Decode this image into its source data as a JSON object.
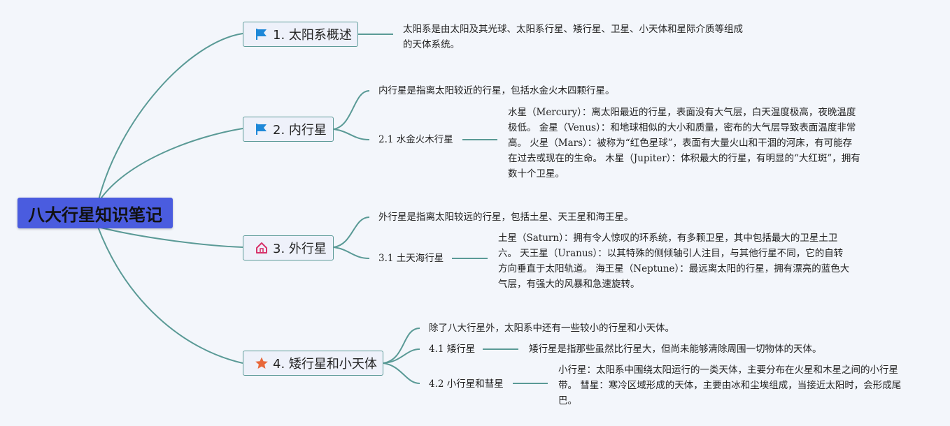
{
  "root": {
    "title": "八大行星知识笔记"
  },
  "topics": [
    {
      "label": "1. 太阳系概述",
      "icon": "blue-flag-icon",
      "note": "太阳系是由太阳及其光球、太阳系行星、矮行星、卫星、小天体和星际介质等组成的天体系统。"
    },
    {
      "label": "2. 内行星",
      "icon": "blue-flag-icon",
      "note": "内行星是指离太阳较近的行星，包括水金火木四颗行星。",
      "sub_label": "2.1 水金火木行星",
      "sub_note": "水星（Mercury）：离太阳最近的行星，表面没有大气层，白天温度极高，夜晚温度极低。 金星（Venus）：和地球相似的大小和质量，密布的大气层导致表面温度非常高。 火星（Mars）：被称为“红色星球”，表面有大量火山和干涸的河床，有可能存在过去或现在的生命。 木星（Jupiter）：体积最大的行星，有明显的“大红斑”，拥有数十个卫星。"
    },
    {
      "label": "3. 外行星",
      "icon": "home-icon",
      "note": "外行星是指离太阳较远的行星，包括土星、天王星和海王星。",
      "sub_label": "3.1 土天海行星",
      "sub_note": "土星（Saturn）：拥有令人惊叹的环系统，有多颗卫星，其中包括最大的卫星土卫六。 天王星（Uranus）：以其特殊的侧倾轴引人注目，与其他行星不同，它的自转方向垂直于太阳轨道。 海王星（Neptune）：最远离太阳的行星，拥有漂亮的蓝色大气层，有强大的风暴和急速旋转。"
    },
    {
      "label": "4. 矮行星和小天体",
      "icon": "star-icon",
      "note": "除了八大行星外，太阳系中还有一些较小的行星和小天体。",
      "sub1_label": "4.1 矮行星",
      "sub1_note": "矮行星是指那些虽然比行星大，但尚未能够清除周围一切物体的天体。",
      "sub2_label": "4.2 小行星和彗星",
      "sub2_note": "小行星：太阳系中围绕太阳运行的一类天体，主要分布在火星和木星之间的小行星带。 彗星：寒冷区域形成的天体，主要由冰和尘埃组成，当接近太阳时，会形成尾巴。"
    }
  ],
  "colors": {
    "line": "#5a9a96",
    "root": "#4a5cdf",
    "flag": "#1e88d8",
    "home": "#d7336b",
    "star": "#e8673a"
  }
}
